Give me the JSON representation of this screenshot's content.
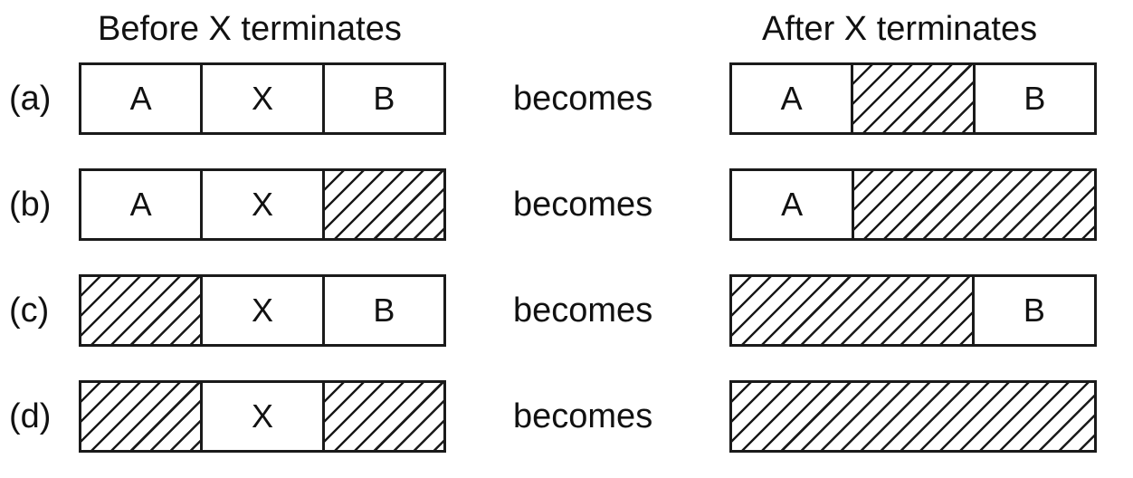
{
  "headers": {
    "before": "Before X terminates",
    "after": "After X terminates"
  },
  "rows": [
    {
      "label": "(a)",
      "connector": "becomes",
      "before": [
        {
          "text": "A",
          "hole": false
        },
        {
          "text": "X",
          "hole": false
        },
        {
          "text": "B",
          "hole": false
        }
      ],
      "after": [
        {
          "text": "A",
          "hole": false,
          "span": 1
        },
        {
          "text": "",
          "hole": true,
          "span": 1
        },
        {
          "text": "B",
          "hole": false,
          "span": 1
        }
      ]
    },
    {
      "label": "(b)",
      "connector": "becomes",
      "before": [
        {
          "text": "A",
          "hole": false
        },
        {
          "text": "X",
          "hole": false
        },
        {
          "text": "",
          "hole": true
        }
      ],
      "after": [
        {
          "text": "A",
          "hole": false,
          "span": 1
        },
        {
          "text": "",
          "hole": true,
          "span": 2
        }
      ]
    },
    {
      "label": "(c)",
      "connector": "becomes",
      "before": [
        {
          "text": "",
          "hole": true
        },
        {
          "text": "X",
          "hole": false
        },
        {
          "text": "B",
          "hole": false
        }
      ],
      "after": [
        {
          "text": "",
          "hole": true,
          "span": 2
        },
        {
          "text": "B",
          "hole": false,
          "span": 1
        }
      ]
    },
    {
      "label": "(d)",
      "connector": "becomes",
      "before": [
        {
          "text": "",
          "hole": true
        },
        {
          "text": "X",
          "hole": false
        },
        {
          "text": "",
          "hole": true
        }
      ],
      "after": [
        {
          "text": "",
          "hole": true,
          "span": 3
        }
      ]
    }
  ],
  "colors": {
    "line": "#1a1a1a",
    "hatch": "#1a1a1a",
    "background": "#ffffff"
  }
}
